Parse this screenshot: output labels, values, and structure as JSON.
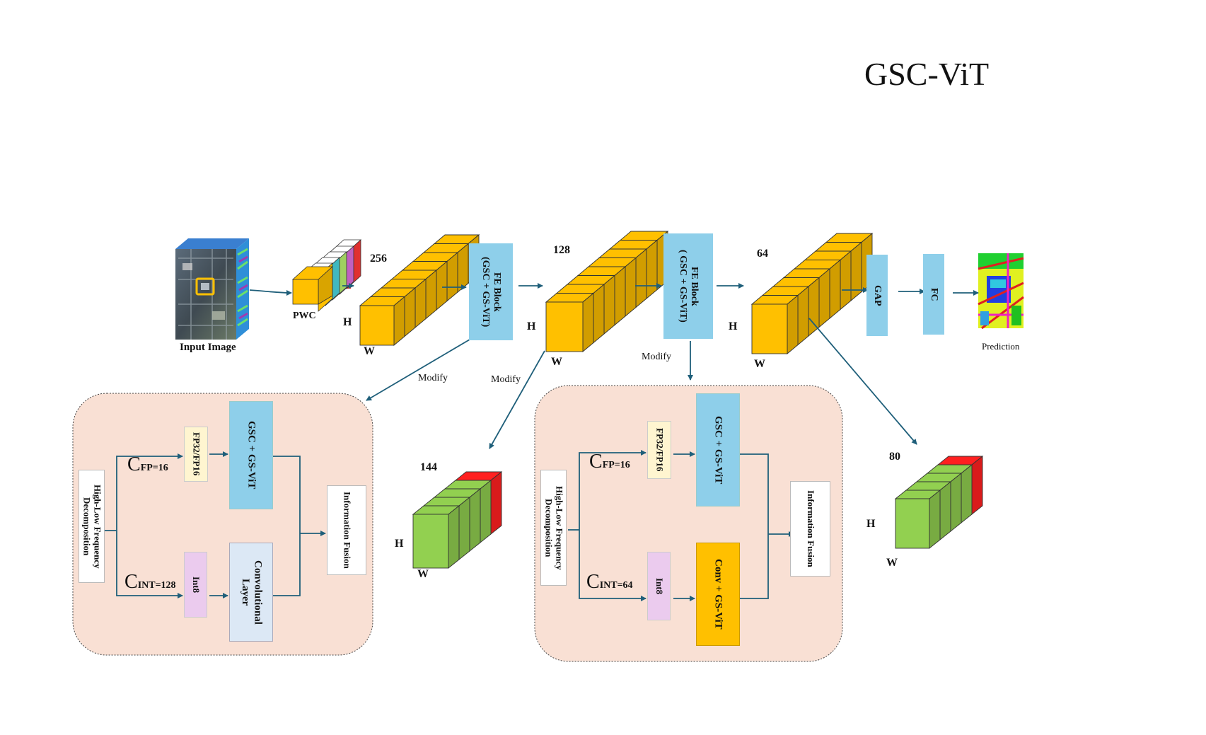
{
  "title": "GSC-ViT",
  "input_label": "Input Image",
  "pwc_label": "PWC",
  "prediction_label": "Prediction",
  "stages": [
    {
      "channels": "256",
      "h": "H",
      "w": "W"
    },
    {
      "channels": "128",
      "h": "H",
      "w": "W"
    },
    {
      "channels": "64",
      "h": "H",
      "w": "W"
    }
  ],
  "fe_block_1": "FE Block\n(GSC + GS-ViT)",
  "fe_block_2": "FE Block\n( GSC + GS-ViT)",
  "gap_label": "GAP",
  "fc_label": "FC",
  "modify_labels": [
    "Modify",
    "Modify",
    "Modify"
  ],
  "quant_outputs": [
    {
      "channels": "144",
      "h": "H",
      "w": "W"
    },
    {
      "channels": "80",
      "h": "H",
      "w": "W"
    }
  ],
  "modules": [
    {
      "decomposition": "High-Low Frequency\nDecomposition",
      "cfp_main": "C",
      "cfp_sub": "FP=16",
      "cint_main": "C",
      "cint_sub": "INT=128",
      "fp_precision": "FP32/FP16",
      "int_precision": "Int8",
      "upper_op": "GSC + GS-ViT",
      "lower_op": "Convolutional\nLayer",
      "fusion": "Information Fusion"
    },
    {
      "decomposition": "High-Low Frequency\nDecomposition",
      "cfp_main": "C",
      "cfp_sub": "FP=16",
      "cint_main": "C",
      "cint_sub": "INT=64",
      "fp_precision": "FP32/FP16",
      "int_precision": "Int8",
      "upper_op": "GSC + GS-ViT",
      "lower_op": "Conv + GS-ViT",
      "fusion": "Information Fusion"
    }
  ],
  "colors": {
    "cube_yellow": "#FFC000",
    "cube_green": "#92D050",
    "cube_red": "#FF2020",
    "block_blue": "#8ECFEA",
    "module_bg": "#F9E0D4",
    "arrow": "#1F5F7A",
    "conv_orange": "#FFC000",
    "fp_box": "#FFF5D0",
    "int_box": "#EBCBEE",
    "conv_layer_box": "#DCE8F5"
  }
}
